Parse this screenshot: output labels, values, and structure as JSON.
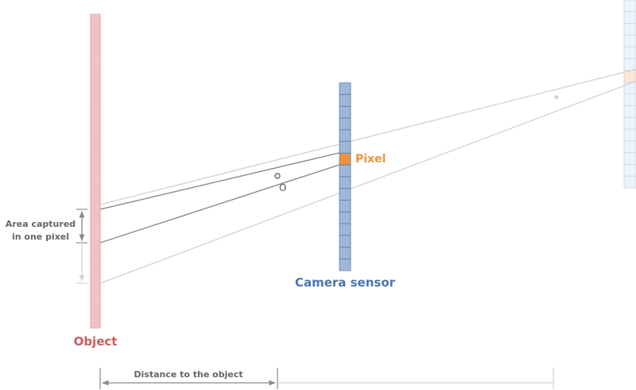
{
  "labels": {
    "object": "Object",
    "sensor": "Camera sensor",
    "pixel": "Pixel",
    "origin": "O",
    "area_line1": "Area captured",
    "area_line2": "in one pixel",
    "distance": "Distance to the object"
  },
  "colors": {
    "object": "#d05a5a",
    "object_fill": "#f2c6c6",
    "sensor": "#4a76b0",
    "sensor_fill": "#9fb7d6",
    "pixel": "#f0923e",
    "pixel_far": "#fce7d2",
    "ray_dark": "#8a8a8a",
    "ray_light": "#d2d2d2",
    "text_gray": "#666666",
    "far_sensor_fill": "#edf3fa",
    "far_sensor_line": "#c9d6e6"
  },
  "sensor_cells": 16,
  "pixel_index": 6,
  "far_sensor_cells": 16,
  "far_pixel_index": 6
}
